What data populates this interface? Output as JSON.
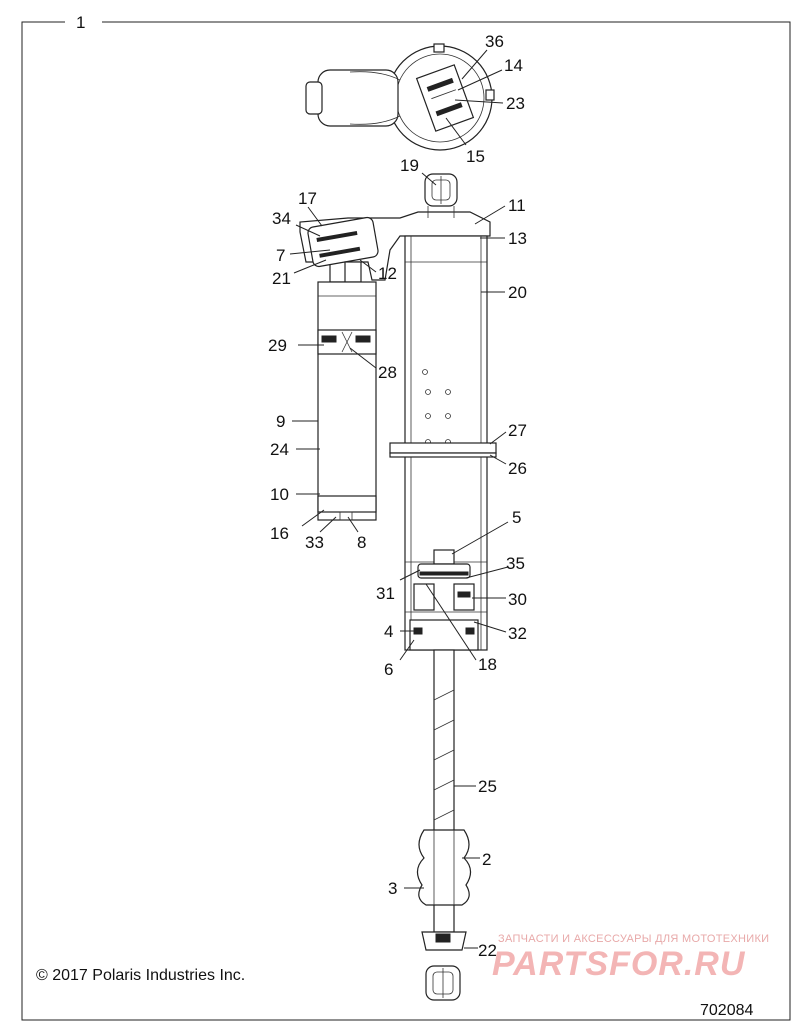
{
  "diagram": {
    "frame_label": "1",
    "callouts": {
      "c36": "36",
      "c14": "14",
      "c23": "23",
      "c15": "15",
      "c19": "19",
      "c17": "17",
      "c34": "34",
      "c7": "7",
      "c21": "21",
      "c12": "12",
      "c11": "11",
      "c13": "13",
      "c20": "20",
      "c29": "29",
      "c28": "28",
      "c9": "9",
      "c24": "24",
      "c10": "10",
      "c16": "16",
      "c33": "33",
      "c8": "8",
      "c27": "27",
      "c26": "26",
      "c5": "5",
      "c35": "35",
      "c31": "31",
      "c30": "30",
      "c4": "4",
      "c32": "32",
      "c6": "6",
      "c18": "18",
      "c25": "25",
      "c2": "2",
      "c3": "3",
      "c22": "22"
    }
  },
  "footer": {
    "copyright": "© 2017 Polaris Industries Inc.",
    "doc_number": "702084"
  },
  "watermark": {
    "tagline": "ЗАПЧАСТИ И АКСЕССУАРЫ ДЛЯ МОТОТЕХНИКИ",
    "logo": "PARTSFOR.RU"
  }
}
